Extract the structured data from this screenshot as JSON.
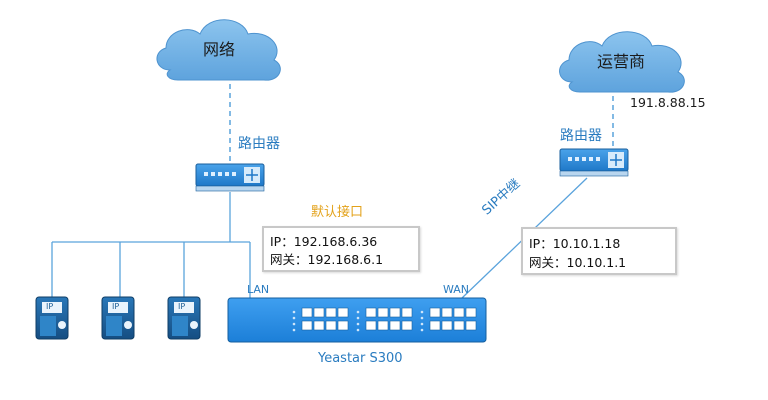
{
  "network_cloud": {
    "label": "网络"
  },
  "carrier_cloud": {
    "label": "运营商"
  },
  "carrier_ip": "191.8.88.15",
  "router_left": {
    "label": "路由器"
  },
  "router_right": {
    "label": "路由器"
  },
  "sip_trunk_label": "SIP中继",
  "lan_box": {
    "title": "默认接口",
    "ip_line": "IP：192.168.6.36",
    "gateway_line": "网关：192.168.6.1"
  },
  "wan_box": {
    "ip_line": "IP：10.10.1.18",
    "gateway_line": "网关：10.10.1.1"
  },
  "switch": {
    "lan_port_label": "LAN",
    "wan_port_label": "WAN",
    "product_name": "Yeastar S300"
  },
  "ip_phones": [
    {
      "label": "IP"
    },
    {
      "label": "IP"
    },
    {
      "label": "IP"
    }
  ],
  "colors": {
    "cloud": "#6fb1e4",
    "device_blue": "#2d8fe0",
    "line_blue": "#5aa3dc",
    "label_blue": "#2a7cc0",
    "title_orange": "#e3a21a",
    "phone_dark": "#1f5f95"
  }
}
